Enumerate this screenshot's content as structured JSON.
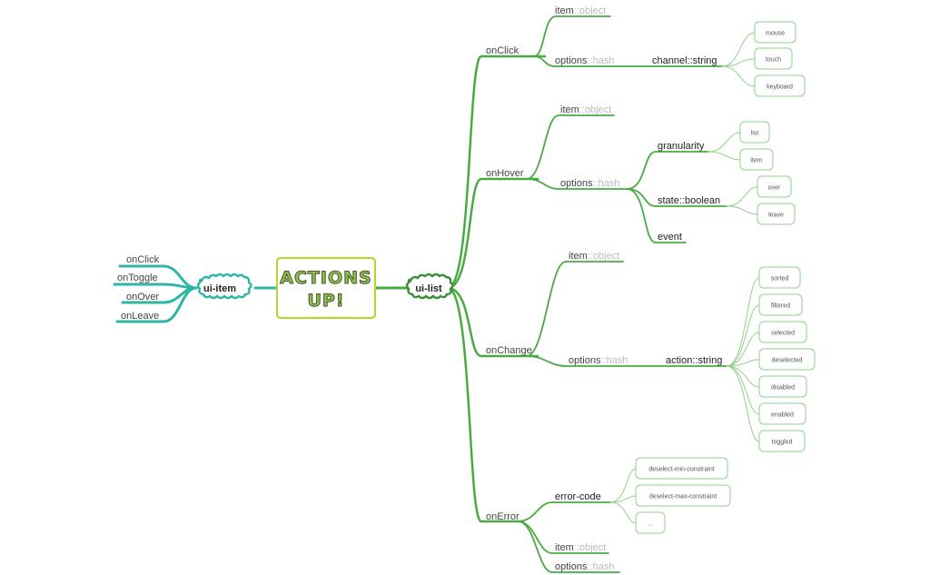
{
  "root": {
    "line1": "ACTIONS",
    "line2": "UP!"
  },
  "left": {
    "hub": "ui-item",
    "items": [
      "onClick",
      "onToggle",
      "onOver",
      "onLeave"
    ]
  },
  "right": {
    "hub": "ui-list",
    "onClick": {
      "label": "onClick",
      "item": {
        "name": "item",
        "type": "::object"
      },
      "options": {
        "name": "options",
        "type": "::hash"
      },
      "channel": "channel::string",
      "channel_values": [
        "mouse",
        "touch",
        "keyboard"
      ]
    },
    "onHover": {
      "label": "onHover",
      "item": {
        "name": "item",
        "type": "::object"
      },
      "options": {
        "name": "options",
        "type": "::hash"
      },
      "granularity": "granularity",
      "granularity_values": [
        "list",
        "item"
      ],
      "state": "state::boolean",
      "state_values": [
        "over",
        "leave"
      ],
      "event": "event"
    },
    "onChange": {
      "label": "onChange",
      "item": {
        "name": "item",
        "type": "::object"
      },
      "options": {
        "name": "options",
        "type": "::hash"
      },
      "action": "action::string",
      "action_values": [
        "sorted",
        "filtered",
        "selected",
        "deselected",
        "disabled",
        "enabled",
        "toggled"
      ]
    },
    "onError": {
      "label": "onError",
      "error_code": "error-code",
      "error_values": [
        "deselect-min-constraint",
        "deselect-max-constraint",
        "..."
      ],
      "item": {
        "name": "item",
        "type": "::object"
      },
      "options": {
        "name": "options",
        "type": "::hash"
      }
    }
  },
  "colors": {
    "teal": "#2fb5a6",
    "green": "#4aaa42",
    "light_green": "#92cf8c",
    "root_border": "#b7d33a"
  }
}
